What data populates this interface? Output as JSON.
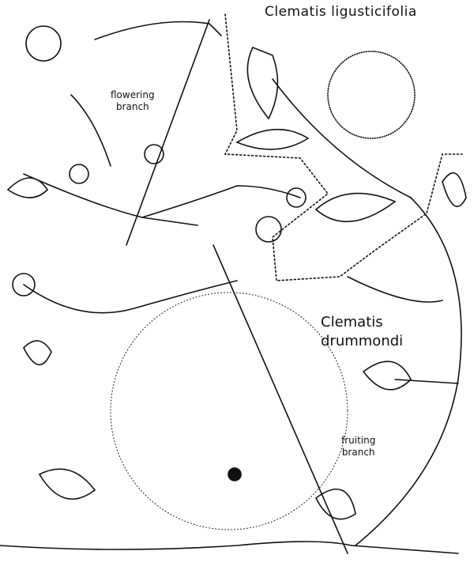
{
  "labels": {
    "species_top": "Clematis ligusticifolia",
    "species_bottom_line1": "Clematis",
    "species_bottom_line2": "drummondi",
    "flowering_line1": "flowering",
    "flowering_line2": "branch",
    "fruiting_line1": "fruiting",
    "fruiting_line2": "branch"
  },
  "colors": {
    "ink": "#111111",
    "paper": "#ffffff"
  }
}
